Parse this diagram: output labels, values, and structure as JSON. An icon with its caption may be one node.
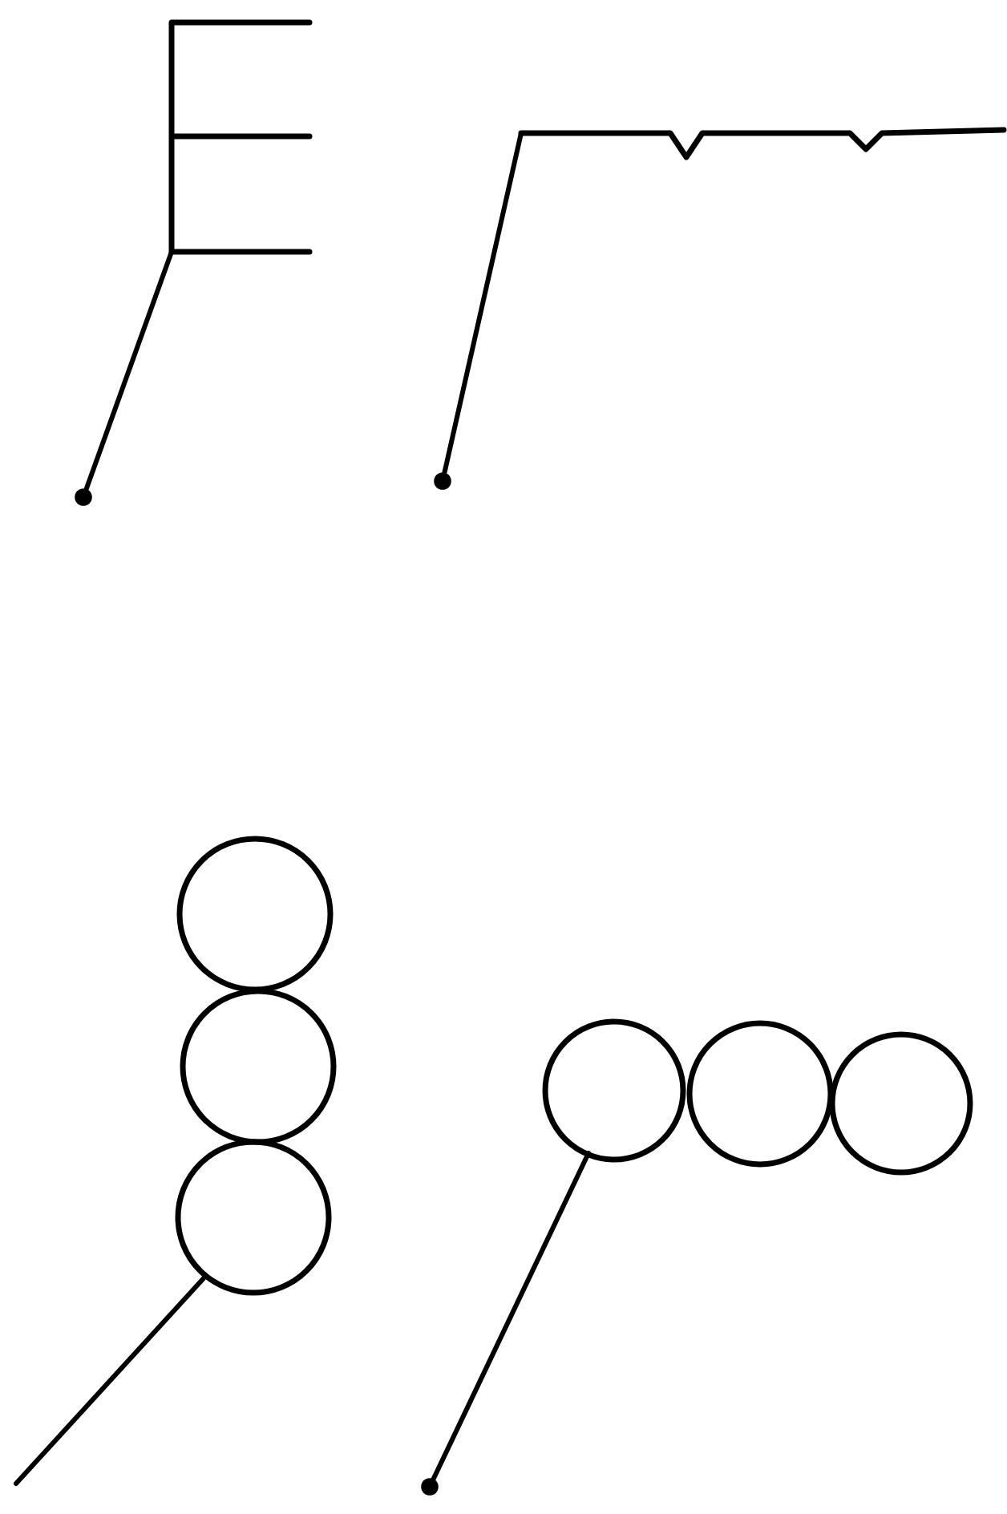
{
  "diagram": {
    "nodes": [
      {
        "text": [],
        "shape": "picture"
      },
      {
        "text": [],
        "shape": "picture"
      },
      {
        "text": [],
        "shape": "circle"
      },
      {
        "text": [],
        "shape": "circle"
      },
      {
        "text": [],
        "shape": "circle"
      },
      {
        "text": [],
        "shape": "circle"
      },
      {
        "text": [],
        "shape": "circle"
      },
      {
        "text": [],
        "shape": "circle"
      }
    ],
    "edges": [
      {
        "from": null,
        "to": 0,
        "arrow": "other"
      },
      {
        "from": null,
        "to": 1,
        "arrow": "other"
      },
      {
        "from": null,
        "to": 4,
        "arrow": "none"
      },
      {
        "from": null,
        "to": 5,
        "arrow": "other"
      }
    ]
  }
}
